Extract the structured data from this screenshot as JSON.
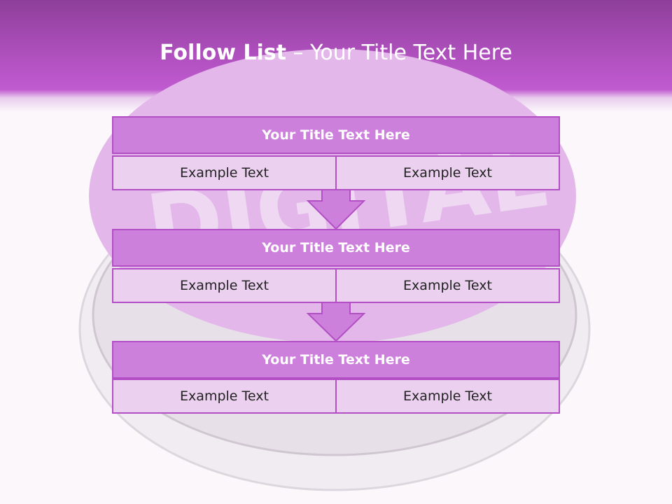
{
  "slide": {
    "title_bold": "Follow List",
    "title_rest": "– Your Title Text Here"
  },
  "blocks": [
    {
      "title": "Your Title Text Here",
      "left": "Example Text",
      "right": "Example Text"
    },
    {
      "title": "Your Title Text Here",
      "left": "Example Text",
      "right": "Example Text"
    },
    {
      "title": "Your Title Text Here",
      "left": "Example Text",
      "right": "Example Text"
    }
  ],
  "colors": {
    "header": "#b352c2",
    "title_bar": "#cd7fdc",
    "cell": "#ecd0ef",
    "border": "#b34fc4",
    "arrow": "#cd7fdc"
  }
}
